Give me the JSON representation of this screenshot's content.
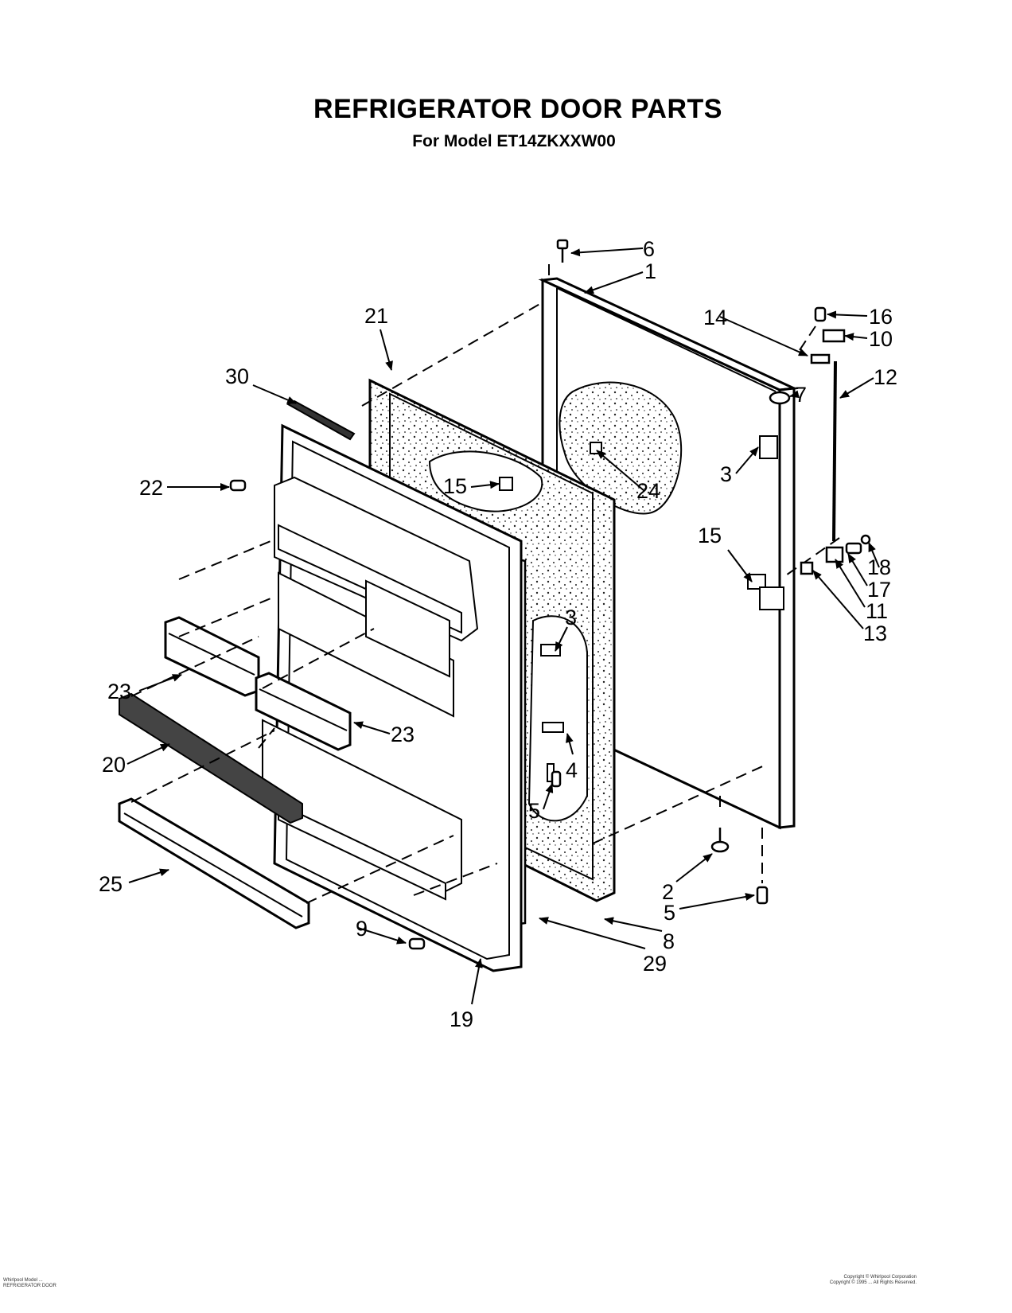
{
  "header": {
    "title": "REFRIGERATOR DOOR PARTS",
    "subtitle": "For Model ET14ZKXXW00"
  },
  "callouts": {
    "c1": "1",
    "c2": "2",
    "c3a": "3",
    "c3b": "3",
    "c4": "4",
    "c5a": "5",
    "c5b": "5",
    "c6": "6",
    "c7": "7",
    "c8": "8",
    "c9": "9",
    "c10": "10",
    "c11": "11",
    "c12": "12",
    "c13": "13",
    "c14": "14",
    "c15a": "15",
    "c15b": "15",
    "c16": "16",
    "c17": "17",
    "c18": "18",
    "c19": "19",
    "c20": "20",
    "c21": "21",
    "c22": "22",
    "c23a": "23",
    "c23b": "23",
    "c24": "24",
    "c25": "25",
    "c29": "29",
    "c30": "30"
  },
  "footer": {
    "left_line1": "Whirlpool Model ...",
    "left_line2": "REFRIGERATOR DOOR",
    "right_line1": "Copyright © Whirlpool Corporation",
    "right_line2": "Copyright © 1995 ... All Rights Reserved."
  }
}
